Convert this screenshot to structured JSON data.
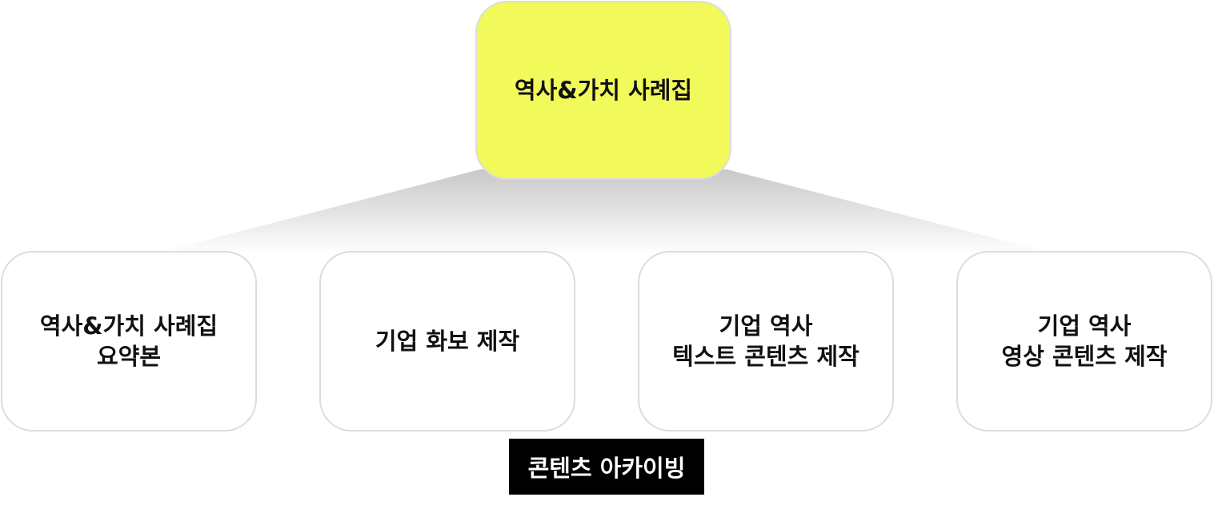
{
  "diagram": {
    "root": {
      "label": "역사&가치 사례집",
      "fill_color": "#f2f95a"
    },
    "children": [
      {
        "label": "역사&가치 사례집\n요약본"
      },
      {
        "label": "기업 화보 제작"
      },
      {
        "label": "기업 역사\n텍스트 콘텐츠 제작"
      },
      {
        "label": "기업 역사\n영상 콘텐츠 제작"
      }
    ],
    "footer": {
      "label": "콘텐츠 아카이빙",
      "background_color": "#000000",
      "text_color": "#ffffff"
    },
    "border_color": "#dcdcdc",
    "connector_color": "#c8c8c8"
  }
}
